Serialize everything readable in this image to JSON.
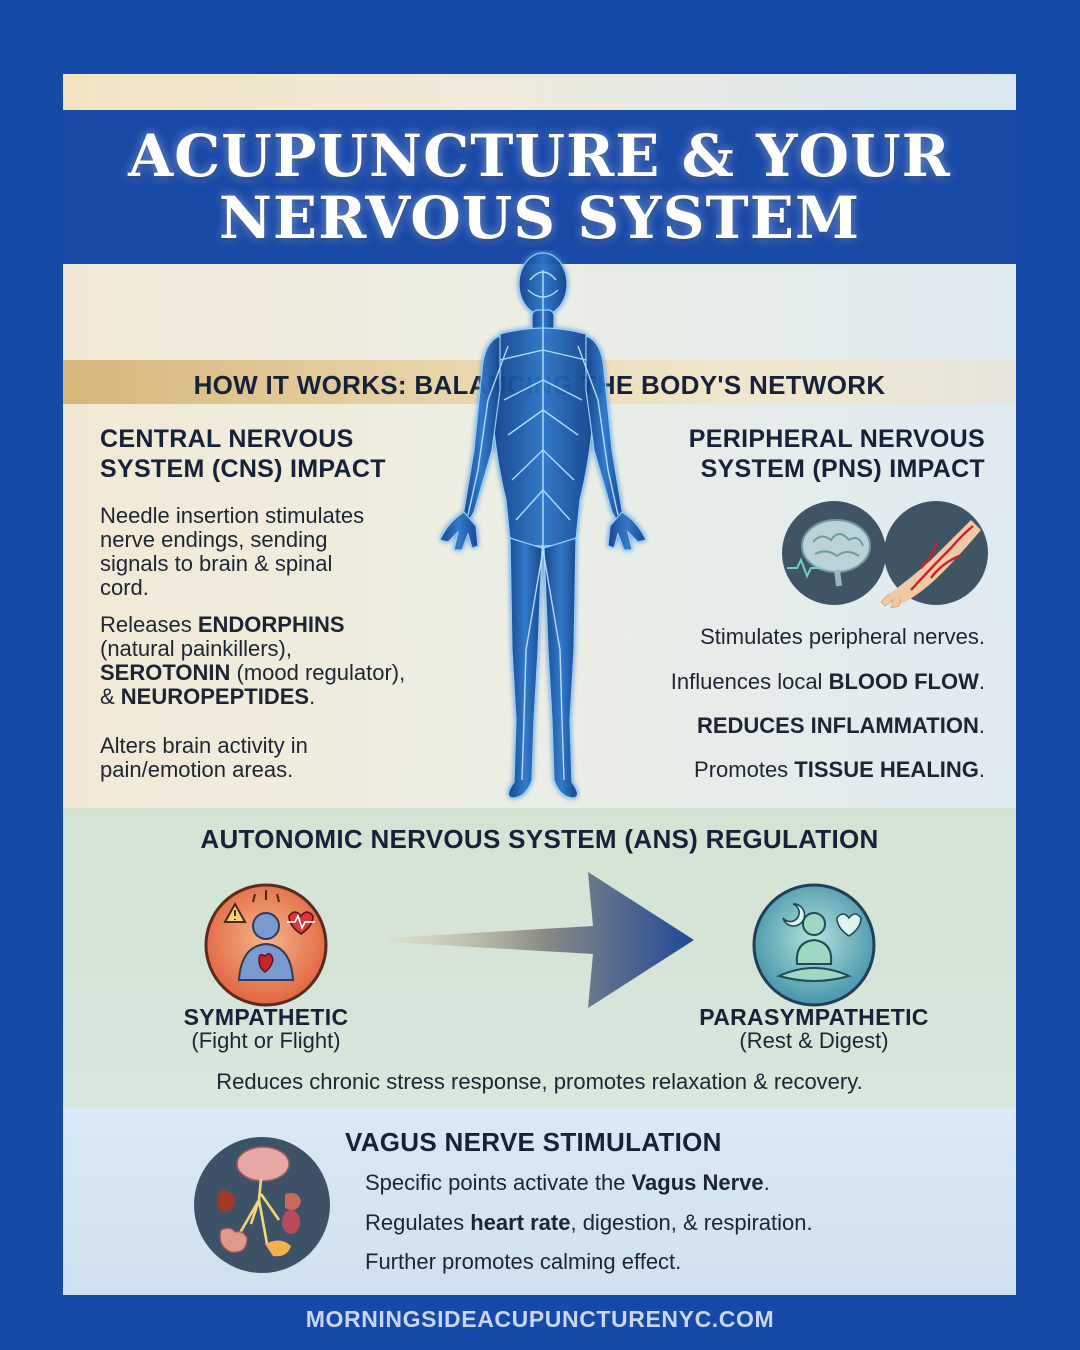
{
  "header": {
    "title_line1": "ACUPUNCTURE & YOUR",
    "title_line2": "NERVOUS SYSTEM"
  },
  "how_it_works": {
    "heading": "HOW IT WORKS: BALANCING THE BODY'S NETWORK"
  },
  "cns": {
    "heading_line1": "CENTRAL NERVOUS",
    "heading_line2": "SYSTEM (CNS) IMPACT",
    "p1": [
      "Needle insertion stimulates",
      "nerve endings, sending",
      "signals to brain & spinal",
      "cord."
    ],
    "p2_line1_pre": "Releases ",
    "p2_line1_bold": "ENDORPHINS",
    "p2_line2": "(natural painkillers),",
    "p2_line3_bold": "SEROTONIN",
    "p2_line3_post": " (mood regulator),",
    "p2_line4_pre": "& ",
    "p2_line4_bold": "NEUROPEPTIDES",
    "p2_line4_post": ".",
    "p3": [
      "Alters brain activity in",
      "pain/emotion areas."
    ]
  },
  "pns": {
    "heading_line1": "PERIPHERAL NERVOUS",
    "heading_line2": "SYSTEM (PNS) IMPACT",
    "item1": "Stimulates peripheral nerves.",
    "item2_pre": "Influences local ",
    "item2_bold": "BLOOD FLOW",
    "item2_post": ".",
    "item3_bold": "REDUCES INFLAMMATION",
    "item3_post": ".",
    "item4_pre": "Promotes ",
    "item4_bold": "TISSUE HEALING",
    "item4_post": ".",
    "icons": [
      "brain-icon",
      "arm-blood-vessels-icon"
    ]
  },
  "ans": {
    "heading": "AUTONOMIC NERVOUS SYSTEM (ANS) REGULATION",
    "sympathetic_label": "SYMPATHETIC",
    "sympathetic_sub": "(Fight or Flight)",
    "parasympathetic_label": "PARASYMPATHETIC",
    "parasympathetic_sub": "(Rest & Digest)",
    "summary": "Reduces chronic stress response, promotes relaxation & recovery.",
    "colors": {
      "sympathetic": "#e2703f",
      "parasympathetic": "#4aa3a8",
      "arrow": "#1f4a96"
    }
  },
  "vagus": {
    "heading": "VAGUS NERVE STIMULATION",
    "l1_pre": "Specific points activate the ",
    "l1_bold": "Vagus Nerve",
    "l1_post": ".",
    "l2_pre": "Regulates ",
    "l2_bold": "heart rate",
    "l2_post": ", digestion, & respiration.",
    "l3": "Further promotes calming effect."
  },
  "footer": {
    "url": "MORNINGSIDEACUPUNCTURENYC.COM"
  },
  "colors": {
    "page_bg": "#1749a8",
    "title_band": "#1a4aa8",
    "body_glow": "#2f7fd8"
  }
}
